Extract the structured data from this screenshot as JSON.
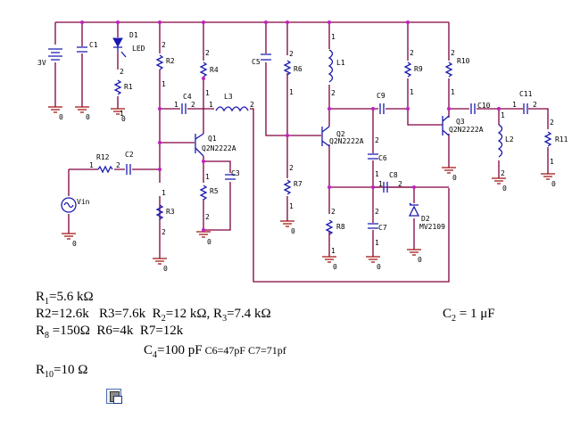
{
  "schematic": {
    "source_label": "3V",
    "components": {
      "C1": "C1",
      "D1": "D1",
      "LED": "LED",
      "R1": "R1",
      "R2": "R2",
      "R4": "R4",
      "C4": "C4",
      "L3": "L3",
      "Q1": "Q1",
      "Q1_part": "Q2N2222A",
      "R12": "R12",
      "C2": "C2",
      "Vin": "Vin",
      "R3": "R3",
      "R5": "R5",
      "C3": "C3",
      "C5": "C5",
      "R6": "R6",
      "L1": "L1",
      "Q2": "Q2",
      "Q2_part": "Q2N2222A",
      "R7": "R7",
      "R8": "R8",
      "C6": "C6",
      "C7": "C7",
      "C8": "C8",
      "D2": "D2",
      "D2_part": "MV2109",
      "C9": "C9",
      "R9": "R9",
      "R10": "R10",
      "Q3": "Q3",
      "Q3_part": "Q2N2222A",
      "C10": "C10",
      "C11": "C11",
      "L2": "L2",
      "R11": "R11"
    },
    "pin1": "1",
    "pin2": "2",
    "ground_label": "0"
  },
  "notes": {
    "line1": {
      "a": "R",
      "a_sub": "1",
      "a_val": "=5.6 kΩ"
    },
    "line2": {
      "part1": "R2=12.6k   R3=7.6k  R",
      "sub1": "2",
      "part2": "=12 kΩ, R",
      "sub2": "3",
      "part3": "=7.4 kΩ"
    },
    "line2_right": {
      "pre": "C",
      "sub": "2",
      "post": " = 1 μF"
    },
    "line3": {
      "pre": "R",
      "sub": "8",
      "post": " =150Ω  R6=4k  R7=12k"
    },
    "line4": {
      "pre": "C",
      "sub": "4",
      "post": "=100 pF",
      "small": " C6=47pF C7=71pf"
    },
    "line5": {
      "pre": "R",
      "sub": "10",
      "post": "=10 Ω"
    }
  },
  "paste_icon": "paste-options-icon"
}
